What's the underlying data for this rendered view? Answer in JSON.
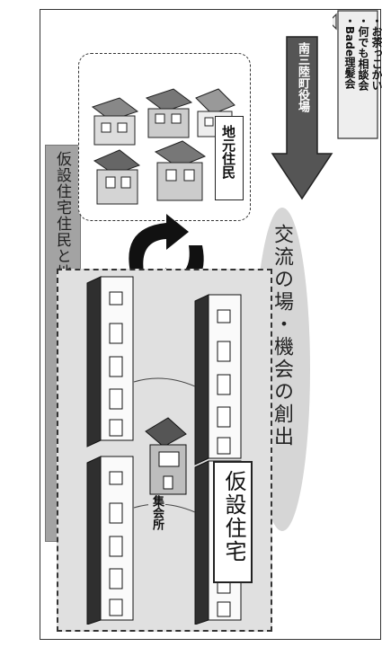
{
  "title": "仮設住宅住民と地元住民の融和",
  "nearby_road_label": "南三陸町役場",
  "bubble_items": [
    "・お茶っこかい",
    "・何でも相談会",
    "・Bade理髪会"
  ],
  "residents_label": "地元住民",
  "exchange_label": "交流の場・機会の創出",
  "temporary_housing_label": "仮設住宅",
  "meeting_hall_label": "集会所",
  "colors": {
    "title_bg": "#a3a3a3",
    "panel_bg": "#e0e0e0",
    "building_dark": "#3a3a3a",
    "ellipse_bg": "#d6d6d6"
  }
}
